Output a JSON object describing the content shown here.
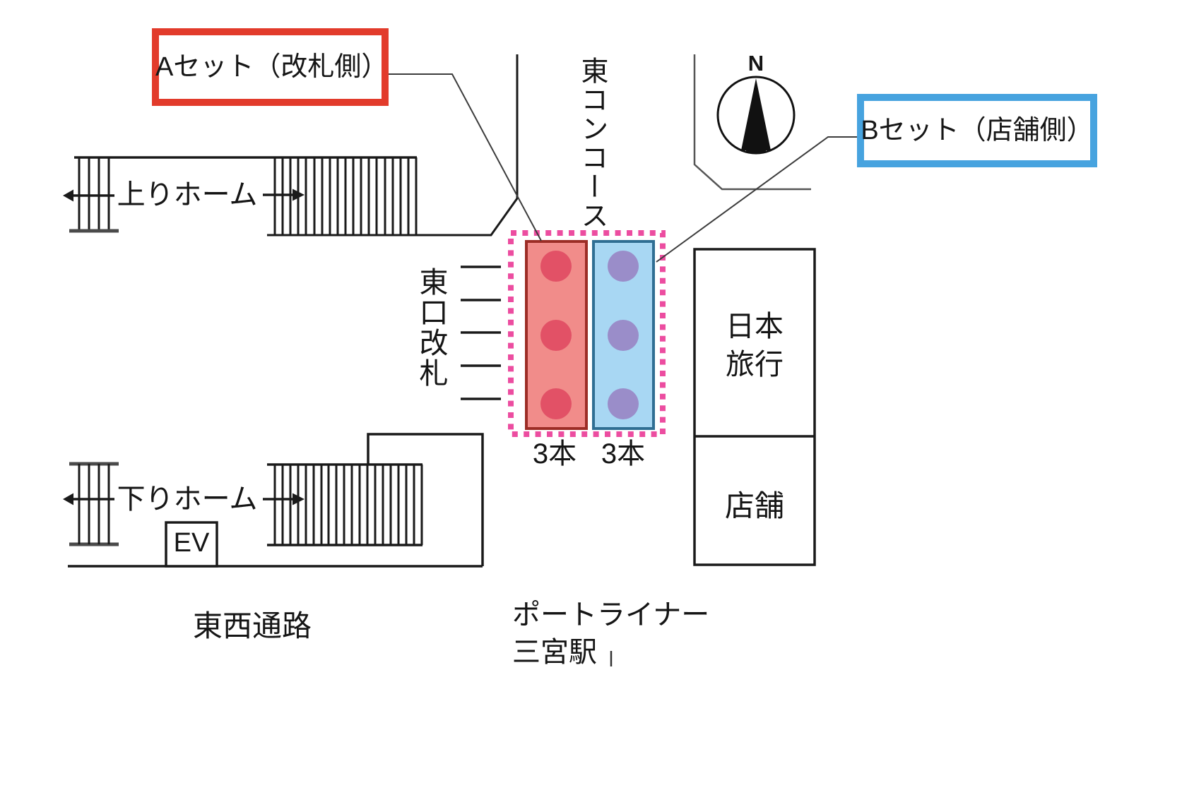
{
  "labels": {
    "set_a": "Aセット（改札側）",
    "set_b": "Bセット（店舗側）",
    "up_platform": "上りホーム",
    "down_platform": "下りホーム",
    "east_concourse": "東コンコース",
    "east_gate": "東口改札",
    "nippon_travel": "日本\n旅行",
    "shop": "店舗",
    "elevator": "EV",
    "east_west_passage": "東西通路",
    "portliner_station": "ポートライナー\n三宮駅",
    "north": "N",
    "set_a_count": "3本",
    "set_b_count": "3本"
  },
  "pillars": {
    "set_a_pillar_count": 3,
    "set_b_pillar_count": 3
  },
  "colors": {
    "set_a_box_border": "#e23b2b",
    "set_b_box_border": "#47a3df",
    "pillar_a_fill": "#f18c8a",
    "pillar_a_border": "#9c2d26",
    "pillar_a_dot": "#e25166",
    "pillar_b_fill": "#a8d7f3",
    "pillar_b_border": "#2f6e93",
    "pillar_b_dot": "#9a8dc9",
    "highlight_dashed": "#ec4da0"
  }
}
